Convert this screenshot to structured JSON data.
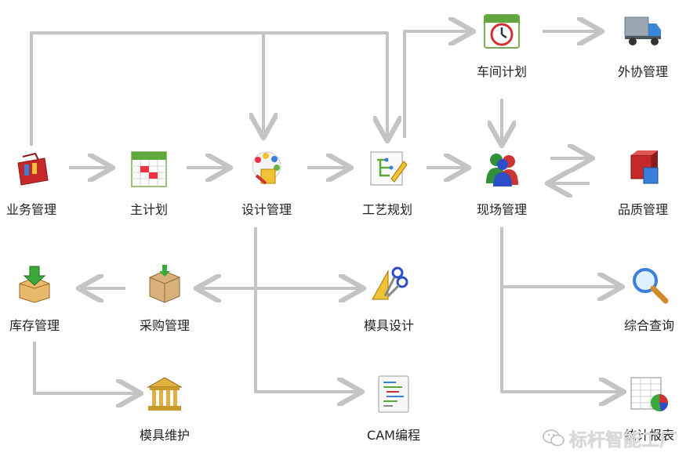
{
  "diagram": {
    "nodes": [
      {
        "id": "business",
        "label": "业务管理",
        "icon": "toolbox-icon"
      },
      {
        "id": "master-plan",
        "label": "主计划",
        "icon": "calendar-icon"
      },
      {
        "id": "design",
        "label": "设计管理",
        "icon": "paint-palette-icon"
      },
      {
        "id": "process",
        "label": "工艺规划",
        "icon": "process-edit-icon"
      },
      {
        "id": "workshop-plan",
        "label": "车间计划",
        "icon": "clock-calendar-icon"
      },
      {
        "id": "outsourcing",
        "label": "外协管理",
        "icon": "delivery-truck-icon"
      },
      {
        "id": "site",
        "label": "现场管理",
        "icon": "workers-icon"
      },
      {
        "id": "quality",
        "label": "品质管理",
        "icon": "cube-icon"
      },
      {
        "id": "inventory",
        "label": "库存管理",
        "icon": "inbox-box-icon"
      },
      {
        "id": "purchase",
        "label": "采购管理",
        "icon": "package-icon"
      },
      {
        "id": "mold-design",
        "label": "模具设计",
        "icon": "drafting-tools-icon"
      },
      {
        "id": "query",
        "label": "综合查询",
        "icon": "magnifier-icon"
      },
      {
        "id": "mold-maint",
        "label": "模具维护",
        "icon": "institution-icon"
      },
      {
        "id": "cam",
        "label": "CAM编程",
        "icon": "code-document-icon"
      },
      {
        "id": "report",
        "label": "统计报表",
        "icon": "spreadsheet-chart-icon"
      }
    ],
    "colors": {
      "arrow": "#c4c4c4",
      "label": "#222222"
    }
  },
  "watermark": {
    "text": "标杆智能工厂",
    "icon": "wechat-icon"
  }
}
